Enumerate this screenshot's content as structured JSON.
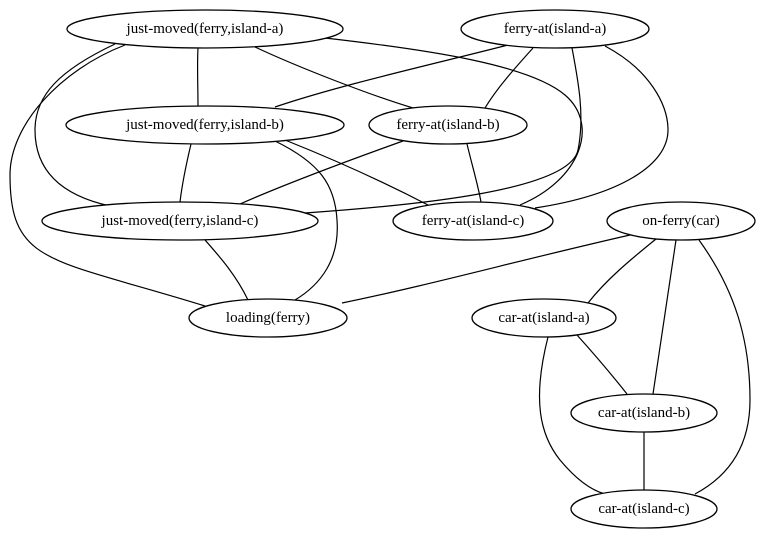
{
  "graph": {
    "colors": {
      "stroke": "#000000",
      "fill": "#ffffff"
    },
    "nodes": {
      "jm_a": "just-moved(ferry,island-a)",
      "fa_a": "ferry-at(island-a)",
      "jm_b": "just-moved(ferry,island-b)",
      "fa_b": "ferry-at(island-b)",
      "jm_c": "just-moved(ferry,island-c)",
      "fa_c": "ferry-at(island-c)",
      "on_ferry": "on-ferry(car)",
      "loading": "loading(ferry)",
      "ca_a": "car-at(island-a)",
      "ca_b": "car-at(island-b)",
      "ca_c": "car-at(island-c)"
    },
    "edges": [
      [
        "jm_a",
        "jm_b"
      ],
      [
        "jm_a",
        "fa_b"
      ],
      [
        "jm_a",
        "fa_c"
      ],
      [
        "jm_a",
        "jm_c"
      ],
      [
        "jm_a",
        "loading"
      ],
      [
        "fa_a",
        "jm_b"
      ],
      [
        "fa_a",
        "fa_b"
      ],
      [
        "fa_a",
        "jm_c"
      ],
      [
        "fa_a",
        "fa_c"
      ],
      [
        "jm_b",
        "jm_c"
      ],
      [
        "jm_b",
        "fa_c"
      ],
      [
        "jm_b",
        "loading"
      ],
      [
        "fa_b",
        "jm_c"
      ],
      [
        "fa_b",
        "fa_c"
      ],
      [
        "jm_c",
        "loading"
      ],
      [
        "on_ferry",
        "loading"
      ],
      [
        "on_ferry",
        "ca_a"
      ],
      [
        "on_ferry",
        "ca_b"
      ],
      [
        "on_ferry",
        "ca_c"
      ],
      [
        "ca_a",
        "ca_b"
      ],
      [
        "ca_a",
        "ca_c"
      ],
      [
        "ca_b",
        "ca_c"
      ]
    ]
  }
}
